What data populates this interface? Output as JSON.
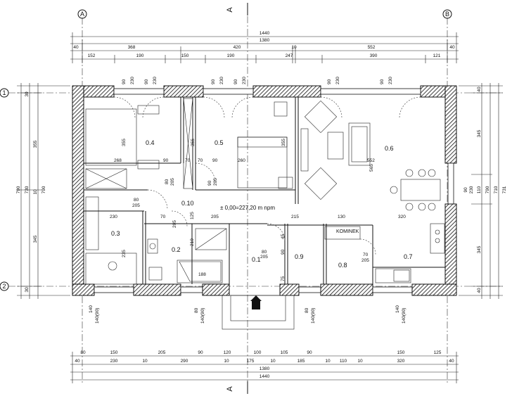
{
  "axes": {
    "left": "A",
    "right": "B",
    "row1": "1",
    "row2": "2",
    "section": "A"
  },
  "top_dims": {
    "overall": "1440",
    "inner": "1380",
    "row3": [
      "40",
      "368",
      "420",
      "10",
      "552",
      "40"
    ],
    "row4": [
      "152",
      "190",
      "150",
      "190",
      "247",
      "390",
      "121"
    ],
    "openings": [
      "90",
      "230",
      "90",
      "230",
      "90",
      "230",
      "90",
      "230",
      "90",
      "230",
      "90",
      "230"
    ]
  },
  "bottom_dims": {
    "row1": [
      "80",
      "150",
      "205",
      "90",
      "120",
      "100",
      "105",
      "90",
      "150",
      "125"
    ],
    "row2": [
      "40",
      "230",
      "10",
      "290",
      "10",
      "175",
      "10",
      "185",
      "10",
      "110",
      "10",
      "320",
      "40"
    ],
    "inner": "1380",
    "overall": "1440"
  },
  "left_dims": {
    "col1": [
      "30",
      "355",
      "10",
      "345",
      "30"
    ],
    "col2": [
      "790",
      "730",
      "790"
    ]
  },
  "right_dims": {
    "col1": [
      "40",
      "345",
      "110",
      "345",
      "40"
    ],
    "col2": [
      "790",
      "710",
      "731"
    ],
    "window": [
      "90",
      "230"
    ]
  },
  "window_notes": [
    "140",
    "140(90)",
    "80",
    "140(90)",
    "80",
    "140(90)",
    "140",
    "140(90)"
  ],
  "rooms": [
    {
      "id": "0.4"
    },
    {
      "id": "0.5"
    },
    {
      "id": "0.6"
    },
    {
      "id": "0.3"
    },
    {
      "id": "0.2"
    },
    {
      "id": "0.10"
    },
    {
      "id": "0.1"
    },
    {
      "id": "0.9"
    },
    {
      "id": "0.8"
    },
    {
      "id": "0.7"
    }
  ],
  "inner_dims": [
    "268",
    "90",
    "70",
    "70",
    "90",
    "260",
    "552",
    "565",
    "355",
    "355",
    "355",
    "230",
    "80",
    "205",
    "70",
    "205",
    "215",
    "130",
    "320",
    "235",
    "80",
    "205",
    "125",
    "210",
    "205",
    "90",
    "205",
    "45",
    "75",
    "90",
    "80",
    "205",
    "70",
    "205"
  ],
  "level_note": "± 0,00=227,20 m npm",
  "kominek": "KOMINEK",
  "stair_note": "188"
}
